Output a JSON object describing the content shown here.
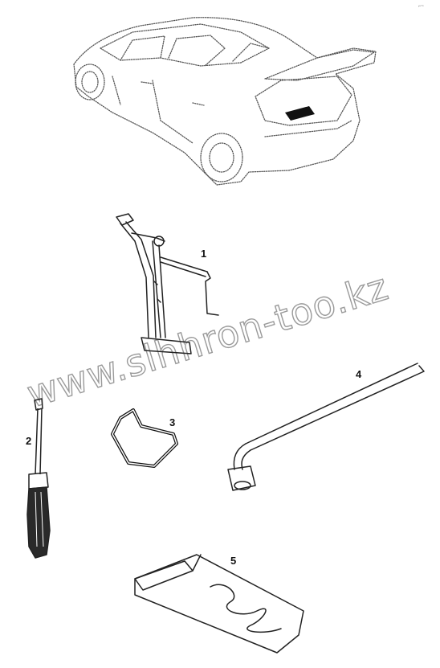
{
  "figure": {
    "corner_mark": "⌐~",
    "watermark": "www.slhhron-too.kz",
    "callouts": [
      {
        "id": "jack",
        "label": "1"
      },
      {
        "id": "screwdriver",
        "label": "2"
      },
      {
        "id": "hook",
        "label": "3"
      },
      {
        "id": "wheel-wrench",
        "label": "4"
      },
      {
        "id": "tool-bag",
        "label": "5"
      }
    ]
  }
}
